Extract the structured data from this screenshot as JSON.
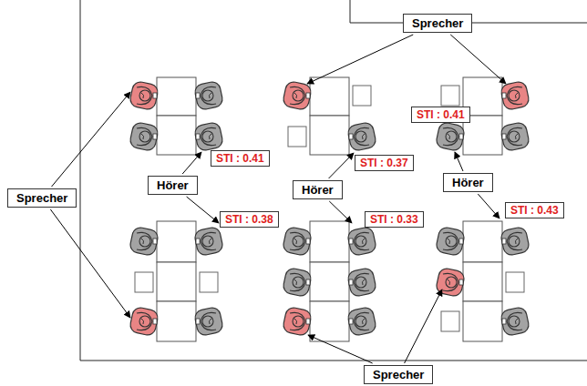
{
  "diagram": {
    "nodes": [
      {
        "text": [
          "Sprecher"
        ]
      },
      {
        "text": [
          "STI : 0.41"
        ]
      },
      {
        "text": [
          "STI : 0.41"
        ]
      },
      {
        "text": [
          "STI : 0.37"
        ]
      },
      {
        "text": [
          "Hörer"
        ]
      },
      {
        "text": [
          "Hörer"
        ]
      },
      {
        "text": [
          "Hörer"
        ]
      },
      {
        "text": [
          "Sprecher"
        ]
      },
      {
        "text": [
          "STI : 0.43"
        ]
      },
      {
        "text": [
          "STI : 0.38"
        ]
      },
      {
        "text": [
          "STI : 0.33"
        ]
      },
      {
        "text": [
          "Sprecher"
        ]
      }
    ]
  }
}
